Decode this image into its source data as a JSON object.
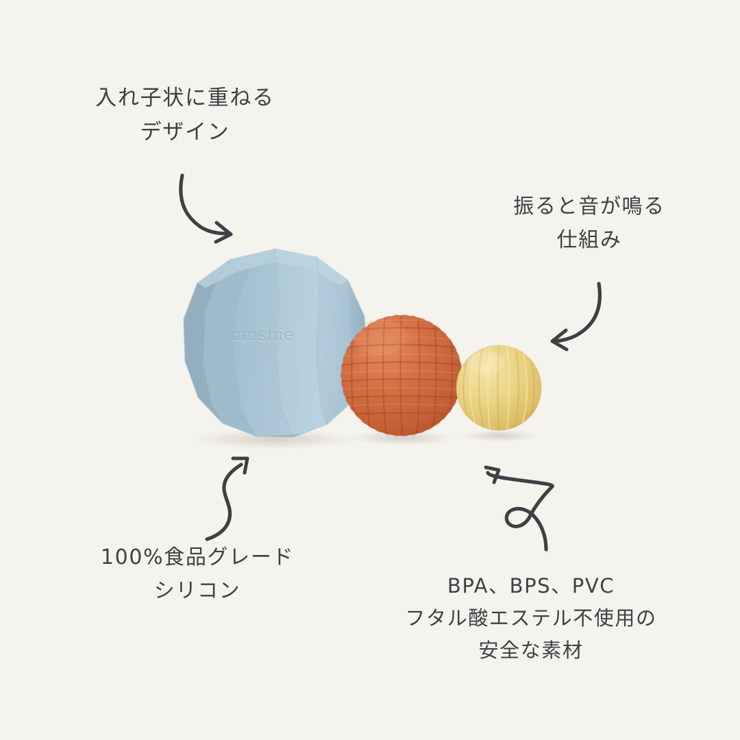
{
  "background_color": "#F5F3EE",
  "ink_color": "#3E4044",
  "annotations": [
    {
      "id": "nesting",
      "name": "nesting-design",
      "lines": [
        "入れ子状に重ねる",
        "デザイン"
      ]
    },
    {
      "id": "rattle",
      "name": "rattle-sound",
      "lines": [
        "振ると音が鳴る",
        "仕組み"
      ]
    },
    {
      "id": "silicone",
      "name": "food-grade-silicone",
      "lines": [
        "100%食品グレード",
        "シリコン"
      ]
    },
    {
      "id": "safety",
      "name": "safe-materials",
      "lines": [
        "BPA、BPS、PVC",
        "フタル酸エステル不使用の",
        "安全な素材"
      ]
    }
  ],
  "arrows": [
    {
      "name": "arrow-to-blue-ball-top",
      "style": "curved-down-right",
      "points_to": "blue-faceted-ball"
    },
    {
      "name": "arrow-to-yellow-ball-top",
      "style": "curved-down-left",
      "points_to": "yellow-ribbed-ball"
    },
    {
      "name": "arrow-to-blue-ball-bottom",
      "style": "s-curve-up-right",
      "points_to": "blue-faceted-ball"
    },
    {
      "name": "arrow-to-orange-ball",
      "style": "looped-up-left",
      "points_to": "orange-bumpy-ball"
    }
  ],
  "product": {
    "brand_text": "mushie",
    "balls": [
      {
        "name": "blue-faceted-ball",
        "label": "入れ子状に重ねるデザイン",
        "texture": "faceted-polyhedron",
        "color": "#A8C4D4",
        "color_shadow": "#8FAFC0",
        "color_highlight": "#BDD3E0",
        "size": "large"
      },
      {
        "name": "orange-bumpy-ball",
        "label": "振ると音が鳴る仕組み",
        "texture": "grid-bumps",
        "color": "#D0663C",
        "color_shadow": "#A94D29",
        "color_highlight": "#E08258",
        "size": "medium"
      },
      {
        "name": "yellow-ribbed-ball",
        "label": "振ると音が鳴る仕組み",
        "texture": "vertical-ribs",
        "color": "#E8CE7A",
        "color_shadow": "#C9A94F",
        "color_highlight": "#F4E2A2",
        "size": "small"
      }
    ]
  }
}
